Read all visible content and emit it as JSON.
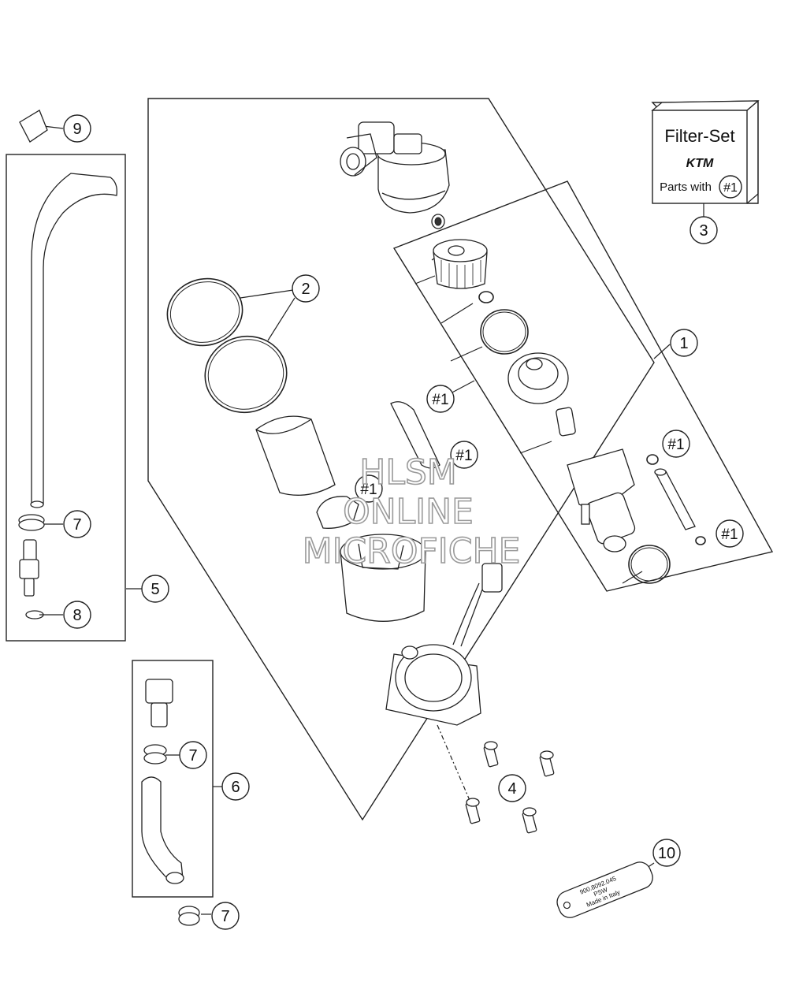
{
  "callouts": {
    "c1": "1",
    "c2": "2",
    "c3": "3",
    "c4": "4",
    "c5": "5",
    "c6": "6",
    "c7a": "7",
    "c7b": "7",
    "c7c": "7",
    "c8": "8",
    "c9": "9",
    "c10": "10"
  },
  "refs": {
    "r1": "#1",
    "r2": "#1",
    "r3": "#1",
    "r4": "#1",
    "r5": "#1"
  },
  "filter_set": {
    "title": "Filter-Set",
    "brand": "KTM",
    "parts_with": "Parts with",
    "ref": "#1"
  },
  "tag_plate": {
    "line1": "900.8092.045",
    "line2": "PSW",
    "line3": "Made in Italy"
  },
  "watermark": {
    "line1": "HLSM",
    "line2": "ONLINE",
    "line3": "MICROFICHE"
  }
}
